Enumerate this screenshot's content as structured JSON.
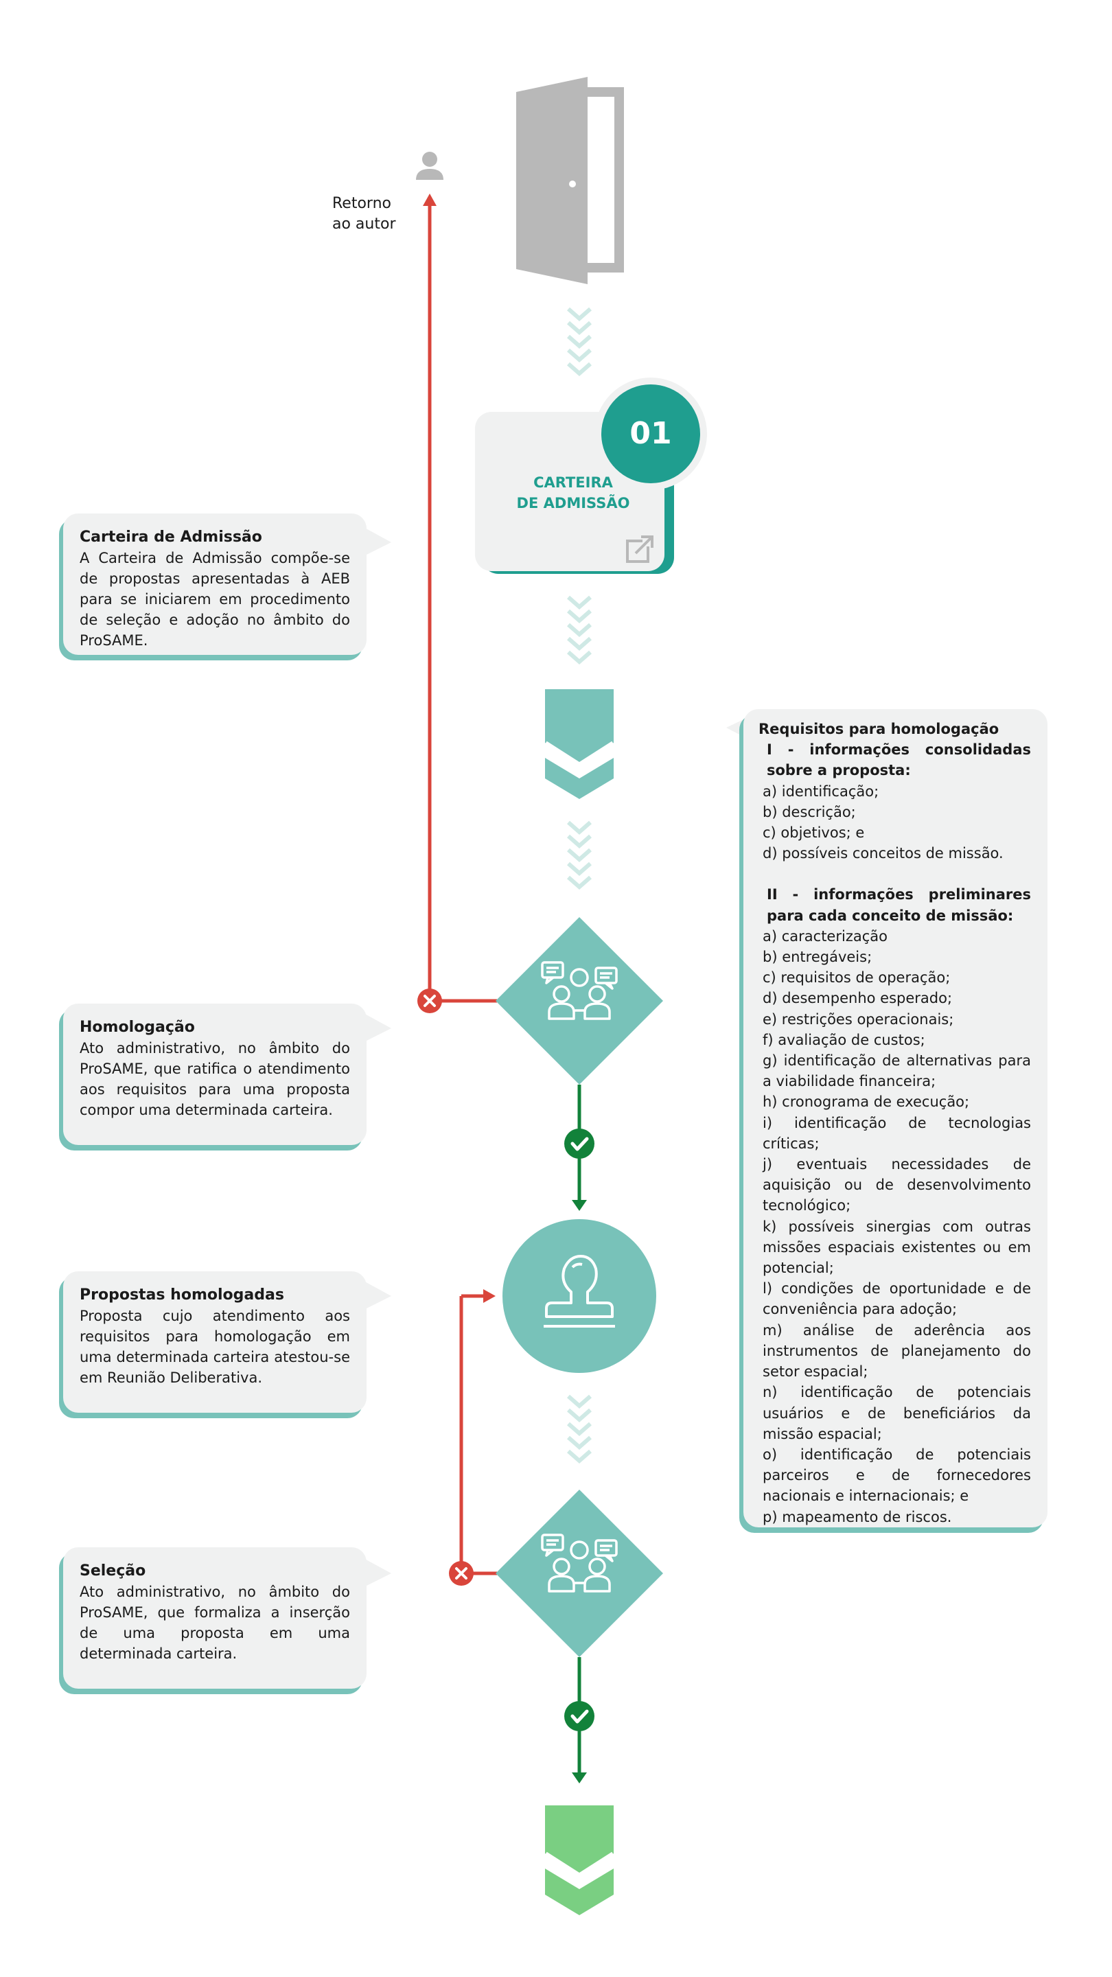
{
  "colors": {
    "teal": "#78c2b9",
    "teal_dark": "#1f9e8f",
    "light_teal": "#cfe9e5",
    "red": "#d9453b",
    "green": "#12823a",
    "bright_green": "#7acf82",
    "gray": "#b8b8b8",
    "card_bg": "#f0f1f1"
  },
  "icons": {
    "start": "door-icon",
    "author": "user-icon",
    "homologation": "meeting-icon",
    "approved": "stamp-icon",
    "selection": "meeting-icon",
    "reject": "x-circle-icon",
    "accept": "check-circle-icon",
    "link": "external-link-icon"
  },
  "return_label": [
    "Retorno",
    "ao autor"
  ],
  "card": {
    "number": "01",
    "label_line1": "CARTEIRA",
    "label_line2": "DE ADMISSÃO"
  },
  "callouts": {
    "admissao": {
      "title": "Carteira de Admissão",
      "body": "A Carteira de Admissão compõe-se de propostas apresentadas à AEB para se iniciarem em procedimento de seleção e adoção no âmbito do ProSAME."
    },
    "homologacao": {
      "title": "Homologação",
      "body": "Ato administrativo, no âmbito do ProSAME, que ratifica o atendimento aos requisitos para uma proposta compor uma determinada carteira."
    },
    "propostas": {
      "title": "Propostas homologadas",
      "body": "Proposta cujo atendimento aos requisitos para homologação em uma determinada carteira atestou-se em Reunião Deliberativa."
    },
    "selecao": {
      "title": "Seleção",
      "body": "Ato administrativo, no âmbito do ProSAME, que formaliza a inserção de uma proposta em uma determinada carteira."
    }
  },
  "requisitos": {
    "title": "Requisitos para homologação",
    "section1": "I - informações consolidadas sobre a proposta:",
    "items1": [
      "a) identificação;",
      "b) descrição;",
      "c) objetivos; e",
      "d) possíveis conceitos de missão."
    ],
    "section2": "II - informações preliminares para cada conceito de missão:",
    "items2": [
      "a) caracterização",
      "b) entregáveis;",
      "c) requisitos de operação;",
      "d) desempenho esperado;",
      "e) restrições operacionais;",
      "f) avaliação de custos;",
      "g) identificação de alternativas para a viabilidade financeira;",
      "h) cronograma de execução;",
      "i) identificação de tecnologias críticas;",
      "j) eventuais necessidades de aquisição ou de desenvolvimento tecnológico;",
      "k) possíveis sinergias com outras missões espaciais existentes ou em potencial;",
      "l) condições de oportunidade e de conveniência para adoção;",
      "m) análise de aderência aos instrumentos de planejamento do setor espacial;",
      "n) identificação de potenciais usuários e de beneficiários da missão espacial;",
      "o) identificação de potenciais parceiros e de fornecedores nacionais e internacionais; e",
      "p) mapeamento de riscos."
    ]
  }
}
